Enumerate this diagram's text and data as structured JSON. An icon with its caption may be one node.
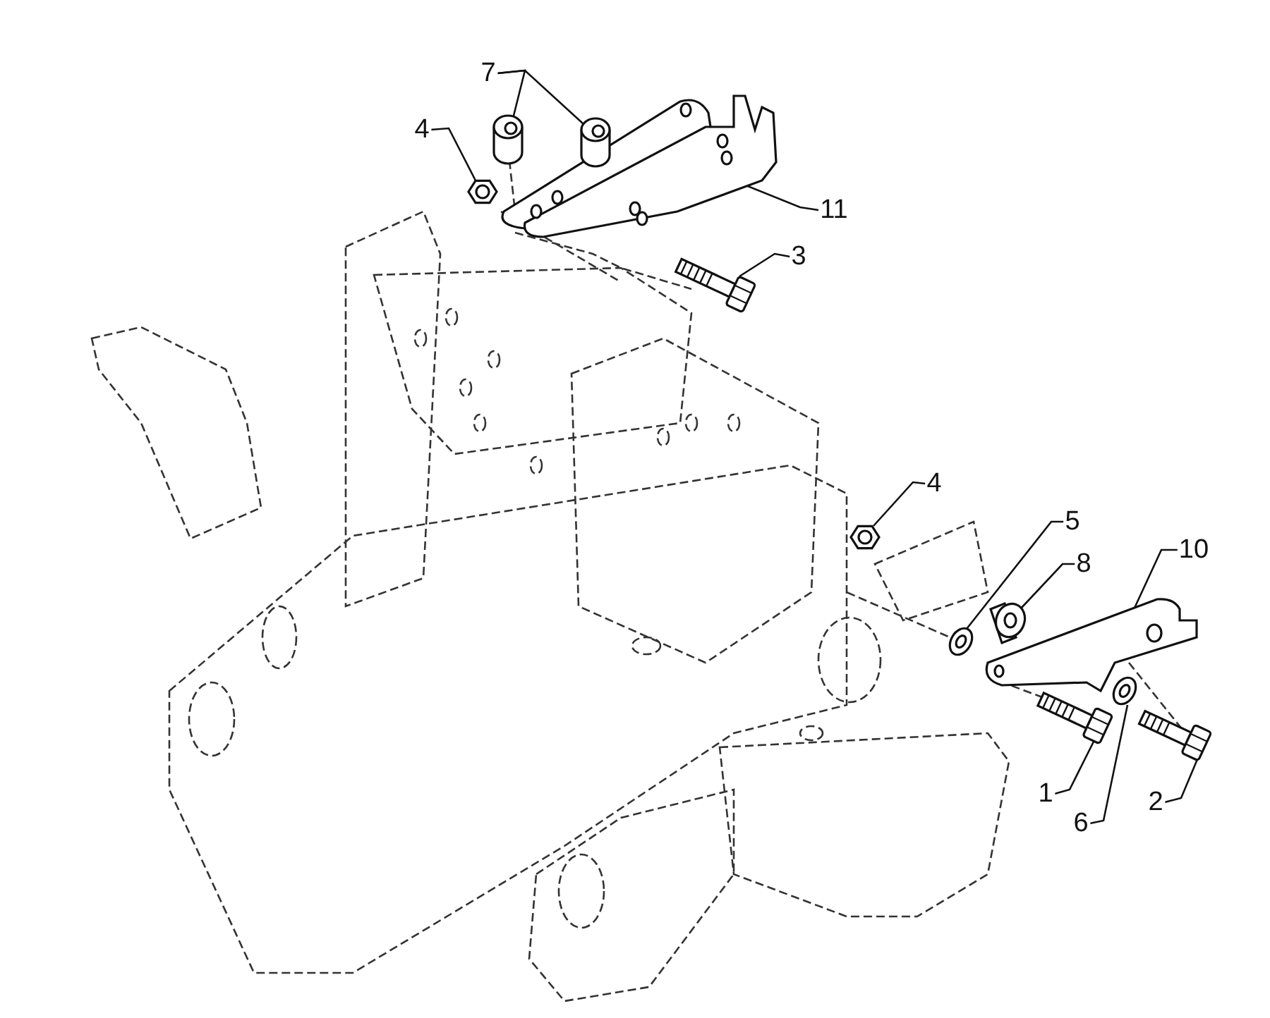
{
  "diagram": {
    "nodes": [
      {
        "text": [
          "7"
        ]
      },
      {
        "text": [
          "4"
        ]
      },
      {
        "text": [
          "11"
        ]
      },
      {
        "text": [
          "3"
        ]
      },
      {
        "text": [
          "4"
        ]
      },
      {
        "text": [
          "5"
        ]
      },
      {
        "text": [
          "8"
        ]
      },
      {
        "text": [
          "10"
        ]
      },
      {
        "text": [
          "1"
        ]
      },
      {
        "text": [
          "6"
        ]
      },
      {
        "text": [
          "2"
        ]
      },
      {
        "text": [],
        "shape": "cylinder"
      },
      {
        "text": [],
        "shape": "cylinder"
      },
      {
        "text": [],
        "shape": "picture"
      },
      {
        "text": [],
        "shape": "picture"
      },
      {
        "text": [],
        "shape": "picture"
      },
      {
        "text": [],
        "shape": "picture"
      },
      {
        "text": [],
        "shape": "picture"
      },
      {
        "text": [],
        "shape": "picture"
      },
      {
        "text": [],
        "shape": "picture"
      },
      {
        "text": [],
        "shape": "picture"
      },
      {
        "text": [],
        "shape": "picture"
      },
      {
        "text": [],
        "shape": "picture"
      }
    ],
    "edges": [
      {
        "from": 0,
        "to": 11,
        "arrow": "none"
      },
      {
        "from": 0,
        "to": 12,
        "arrow": "none"
      },
      {
        "from": 1,
        "to": 13,
        "arrow": "none"
      },
      {
        "from": 2,
        "to": 14,
        "arrow": "none"
      },
      {
        "from": 3,
        "to": 15,
        "arrow": "none"
      },
      {
        "from": 4,
        "to": 16,
        "arrow": "none"
      },
      {
        "from": 5,
        "to": 17,
        "arrow": "none"
      },
      {
        "from": 6,
        "to": 18,
        "arrow": "none"
      },
      {
        "from": 7,
        "to": 19,
        "arrow": "none"
      },
      {
        "from": 8,
        "to": 20,
        "arrow": "none"
      },
      {
        "from": 9,
        "to": 21,
        "arrow": "none"
      },
      {
        "from": 10,
        "to": 22,
        "arrow": "none"
      }
    ]
  }
}
